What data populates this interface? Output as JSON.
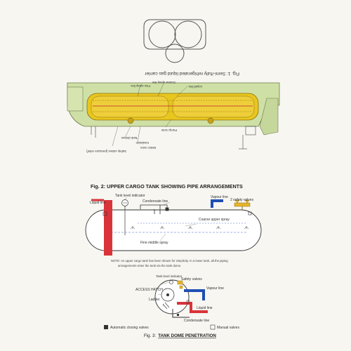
{
  "fig1": {
    "caption": "Fig. 1: Semi-/fully refrigerated liquid gas carrier",
    "labels": {
      "liquid_line": "Liquid line",
      "coarse_spray": "Coarse spray line",
      "fine_spray": "Fine spray line",
      "pump_room": "Pump room",
      "tank_domes": "Tank domes",
      "insulation": "Insulation",
      "motor_room": "Motor room",
      "safety_valves": "Safety valves (pressure relief)"
    }
  },
  "fig2": {
    "title": "Fig. 2:  UPPER CARGO TANK SHOWING PIPE  ARRANGEMENTS",
    "labels": {
      "tank_level_indicator": "Tank level indicator",
      "liquid_line": "Liquid line",
      "condensate_line": "Condensate line",
      "vapour_line": "Vapour line",
      "safety_valves": "2 safety valves",
      "coarse_spray": "Coarse upper spray",
      "fine_spray": "Fine middle spray"
    },
    "note_line1": "NOTE: An upper cargo tank has been shown for simplicity. In a lower tank, all the piping",
    "note_line2": "arrangements enter the tank via the tank dome."
  },
  "fig3": {
    "labels": {
      "tank_level_indicator": "Tank level indicator",
      "safety_valves": "Safety valves",
      "access_hatch": "ACCESS HATCH",
      "vapour_line": "Vapour line",
      "ladder": "Ladder",
      "liquid_line": "Liquid line",
      "condensate_line": "Condensate line"
    },
    "legend_auto": "Automatic closing valves",
    "legend_manual": "Manual valves",
    "caption_prefix": "Fig. 3:",
    "caption_title": "TANK DOME PENETRATION"
  },
  "colors": {
    "liquid": "#d8343a",
    "vapour": "#1f4fb4",
    "spray": "#8a9bd6",
    "insulation": "#e9c61e",
    "hull": "#cfe0a6",
    "valve": "#e6b52b"
  }
}
